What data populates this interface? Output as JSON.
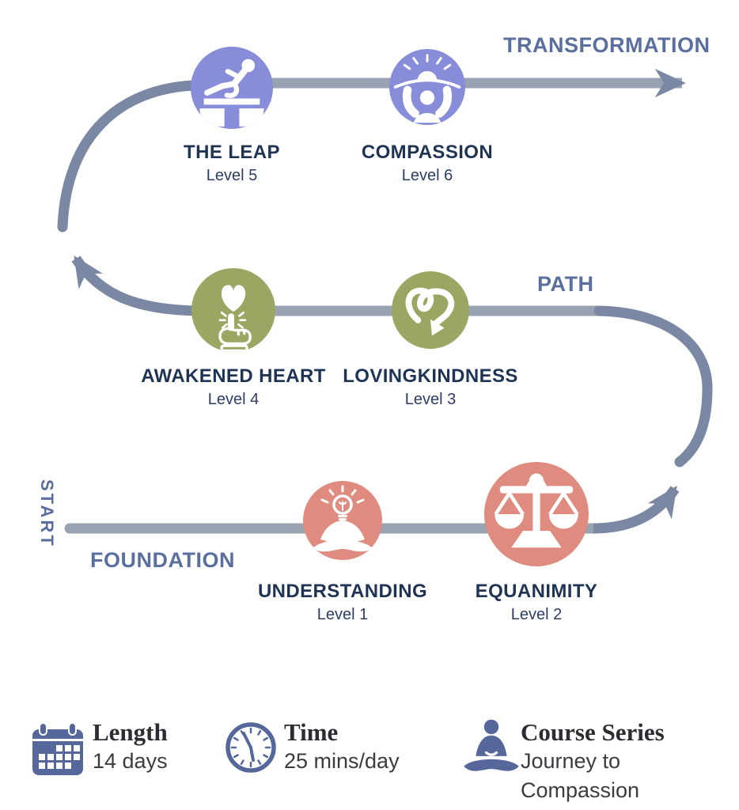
{
  "sections": {
    "start": "START",
    "foundation": "FOUNDATION",
    "path": "PATH",
    "transformation": "TRANSFORMATION"
  },
  "stages": [
    {
      "name": "UNDERSTANDING",
      "level": "Level 1",
      "icon": "meditation-insight-icon",
      "color_key": "coral"
    },
    {
      "name": "EQUANIMITY",
      "level": "Level 2",
      "icon": "balance-scale-icon",
      "color_key": "coral"
    },
    {
      "name": "LOVINGKINDNESS",
      "level": "Level 3",
      "icon": "heart-loop-arrow-icon",
      "color_key": "green"
    },
    {
      "name": "AWAKENED HEART",
      "level": "Level 4",
      "icon": "hand-touch-heart-icon",
      "color_key": "green"
    },
    {
      "name": "THE LEAP",
      "level": "Level 5",
      "icon": "hurdler-icon",
      "color_key": "purple"
    },
    {
      "name": "COMPASSION",
      "level": "Level 6",
      "icon": "sunrise-person-icon",
      "color_key": "purple"
    }
  ],
  "footer": {
    "items": [
      {
        "icon": "calendar-icon",
        "label": "Length",
        "value": "14 days"
      },
      {
        "icon": "clock-icon",
        "label": "Time",
        "value": "25 mins/day"
      },
      {
        "icon": "meditator-icon",
        "label": "Course Series",
        "value": "Journey to Compassion"
      }
    ]
  },
  "colors": {
    "purple": "#878dd8",
    "green": "#99a763",
    "coral": "#e08b7f",
    "line": "#99a2b0",
    "curve": "#7b88a3",
    "label": "#5b6f9e",
    "navy": "#1f3455",
    "level": "#2c3e63",
    "footer_icon": "#56689b",
    "footer_text": "#2c2c32",
    "footer_value": "#3b3b41"
  }
}
